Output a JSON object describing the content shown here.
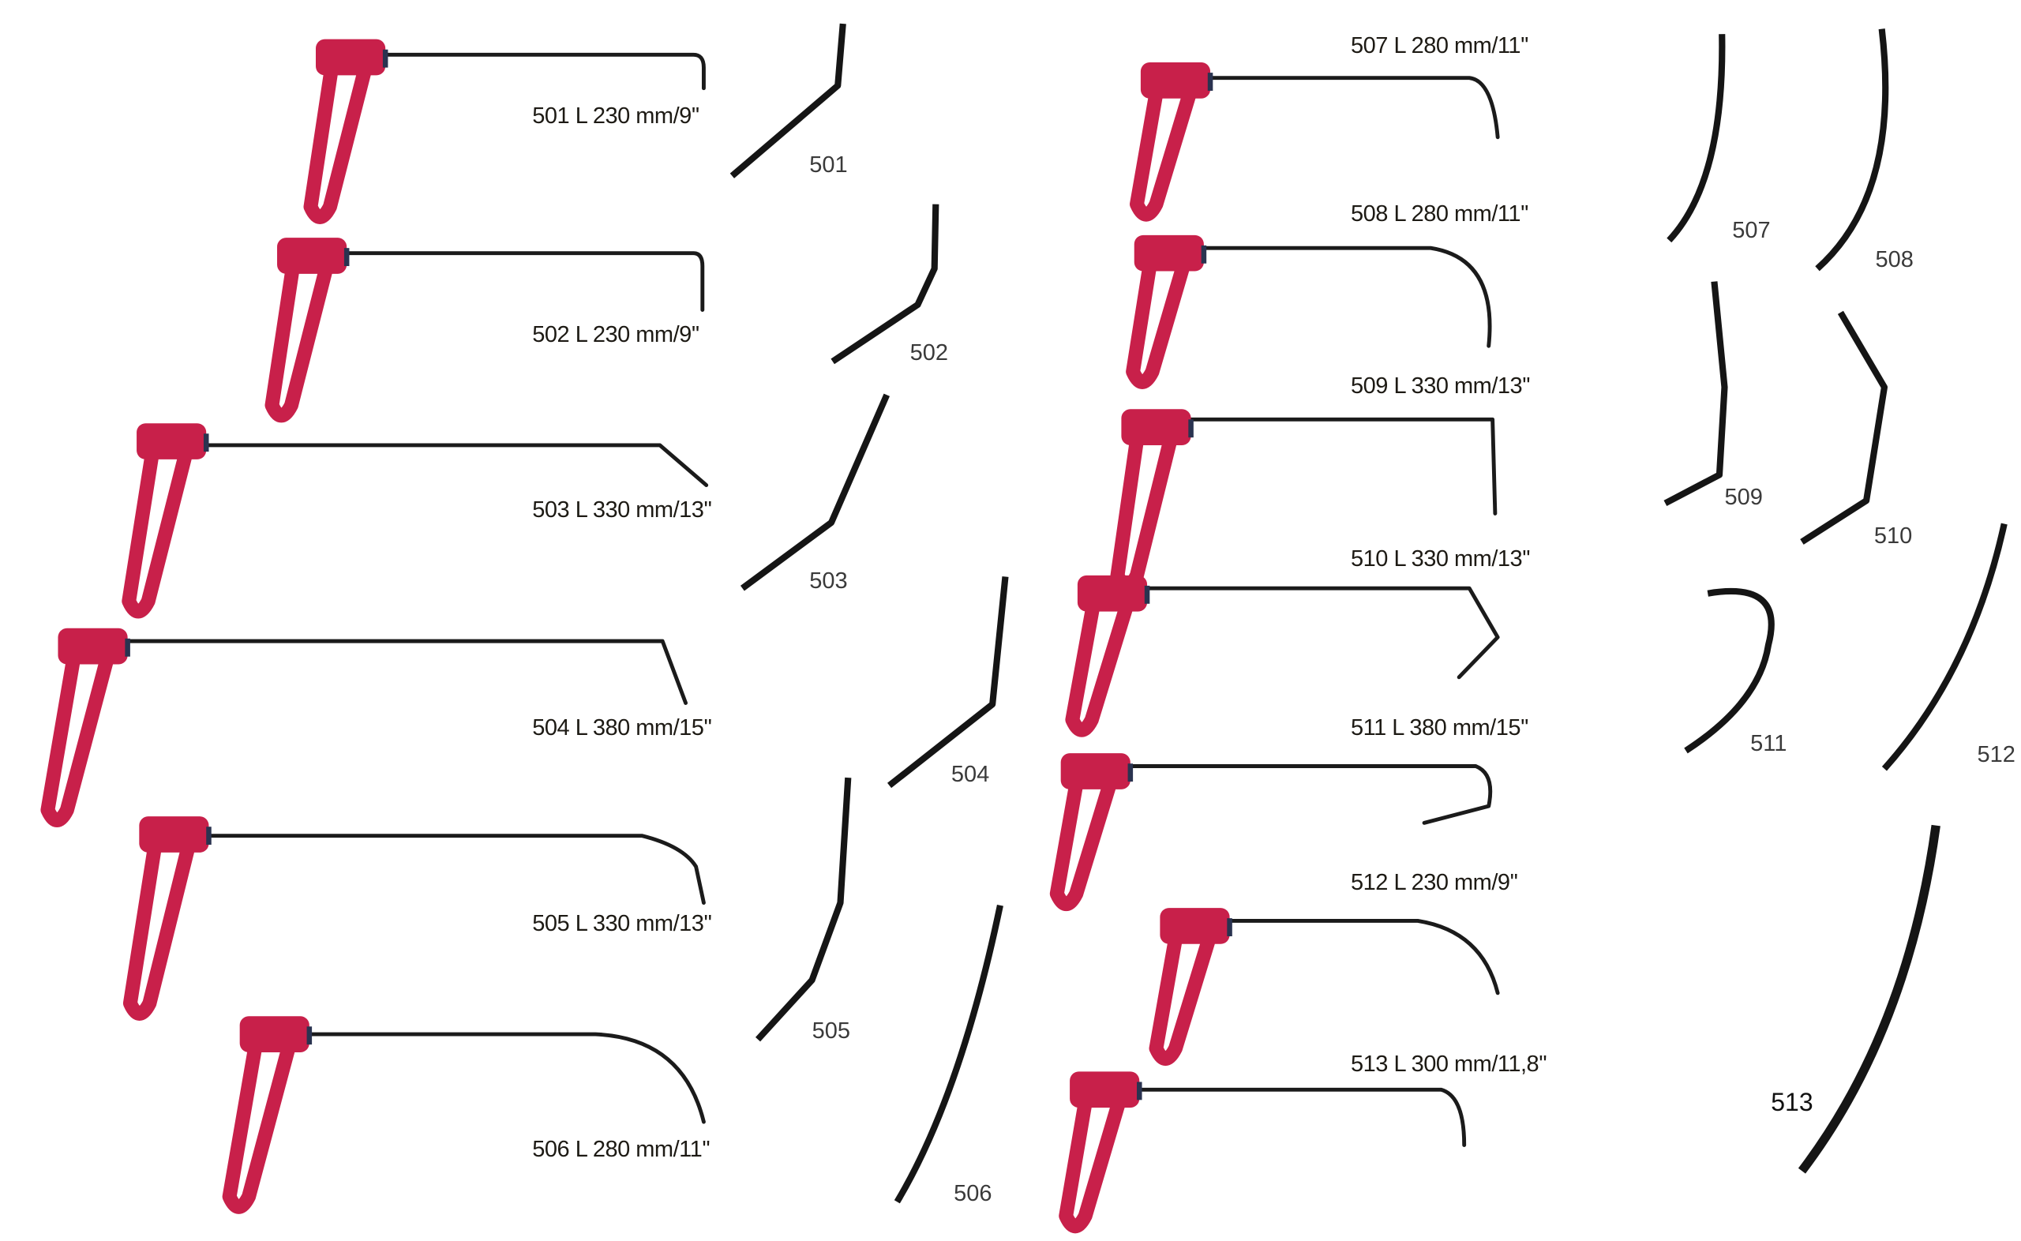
{
  "catalog": {
    "tools": [
      {
        "code": "501",
        "label": "501 L 230 mm/9''",
        "profile_label": "501"
      },
      {
        "code": "502",
        "label": "502 L 230 mm/9''",
        "profile_label": "502"
      },
      {
        "code": "503",
        "label": "503 L 330 mm/13''",
        "profile_label": "503"
      },
      {
        "code": "504",
        "label": "504 L 380 mm/15''",
        "profile_label": "504"
      },
      {
        "code": "505",
        "label": "505 L 330 mm/13''",
        "profile_label": "505"
      },
      {
        "code": "506",
        "label": "506 L 280 mm/11''",
        "profile_label": "506"
      },
      {
        "code": "507",
        "label": "507 L 280 mm/11''",
        "profile_label": "507"
      },
      {
        "code": "508",
        "label": "508 L 280 mm/11''",
        "profile_label": "508"
      },
      {
        "code": "509",
        "label": "509 L 330 mm/13''",
        "profile_label": "509"
      },
      {
        "code": "510",
        "label": "510 L 330 mm/13''",
        "profile_label": "510"
      },
      {
        "code": "511",
        "label": "511 L 380 mm/15''",
        "profile_label": "511"
      },
      {
        "code": "512",
        "label": "512 L 230 mm/9''",
        "profile_label": "512"
      },
      {
        "code": "513",
        "label": "513  L 300 mm/11,8''",
        "profile_label": "513"
      }
    ],
    "colors": {
      "handle": "#c8204a",
      "rod": "#1b1b1b"
    }
  }
}
